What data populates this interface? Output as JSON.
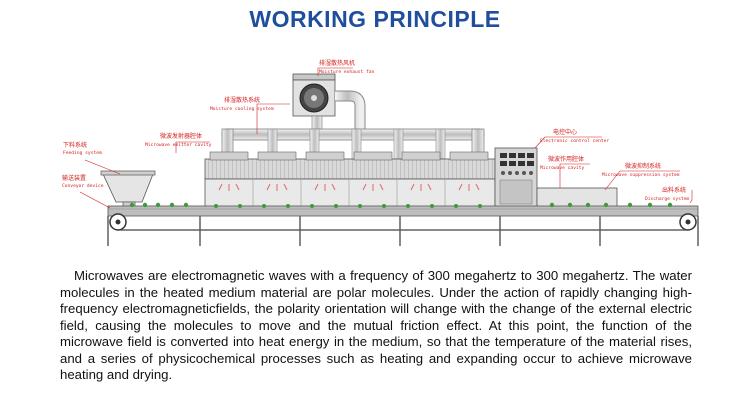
{
  "title": "WORKING PRINCIPLE",
  "labels": {
    "moisture_fan_cn": "排湿散热风机",
    "moisture_fan_en": "Moisture exhaust fan",
    "moisture_cooling_cn": "排湿散热系统",
    "moisture_cooling_en": "Moisture cooling system",
    "emitter_cavity_cn": "微波发射器腔体",
    "emitter_cavity_en": "Microwave emitter cavity",
    "feeding_cn": "下料系统",
    "feeding_en": "Feeding system",
    "conveyor_cn": "输送装置",
    "conveyor_en": "Conveyor device",
    "control_cn": "电控中心",
    "control_en": "Electronic control center",
    "cavity_cn": "微波作用腔体",
    "cavity_en": "Microwave cavity",
    "suppression_cn": "微波抑制系统",
    "suppression_en": "Microwave suppression system",
    "discharge_cn": "出料系统",
    "discharge_en": "Discharge system"
  },
  "colors": {
    "title": "#1f4e9c",
    "label": "#d42020",
    "machine_fill": "#dcdcdc",
    "heat_arrow": "#e06a6a",
    "plant": "#3f9a3f"
  },
  "paragraph": "Microwaves are electromagnetic waves with a frequency of 300 megahertz to 300 megahertz. The water molecules in the heated medium material are polar molecules. Under the action of rapidly changing high-frequency electromagneticfields, the polarity orientation will change with the change of the external electric field, causing the molecules to move and the mutual friction effect. At this point, the function of the microwave field is converted into heat energy in the medium, so that the temperature of the material rises, and a series of physicochemical processes such as heating and expanding occur to achieve microwave heating and drying."
}
